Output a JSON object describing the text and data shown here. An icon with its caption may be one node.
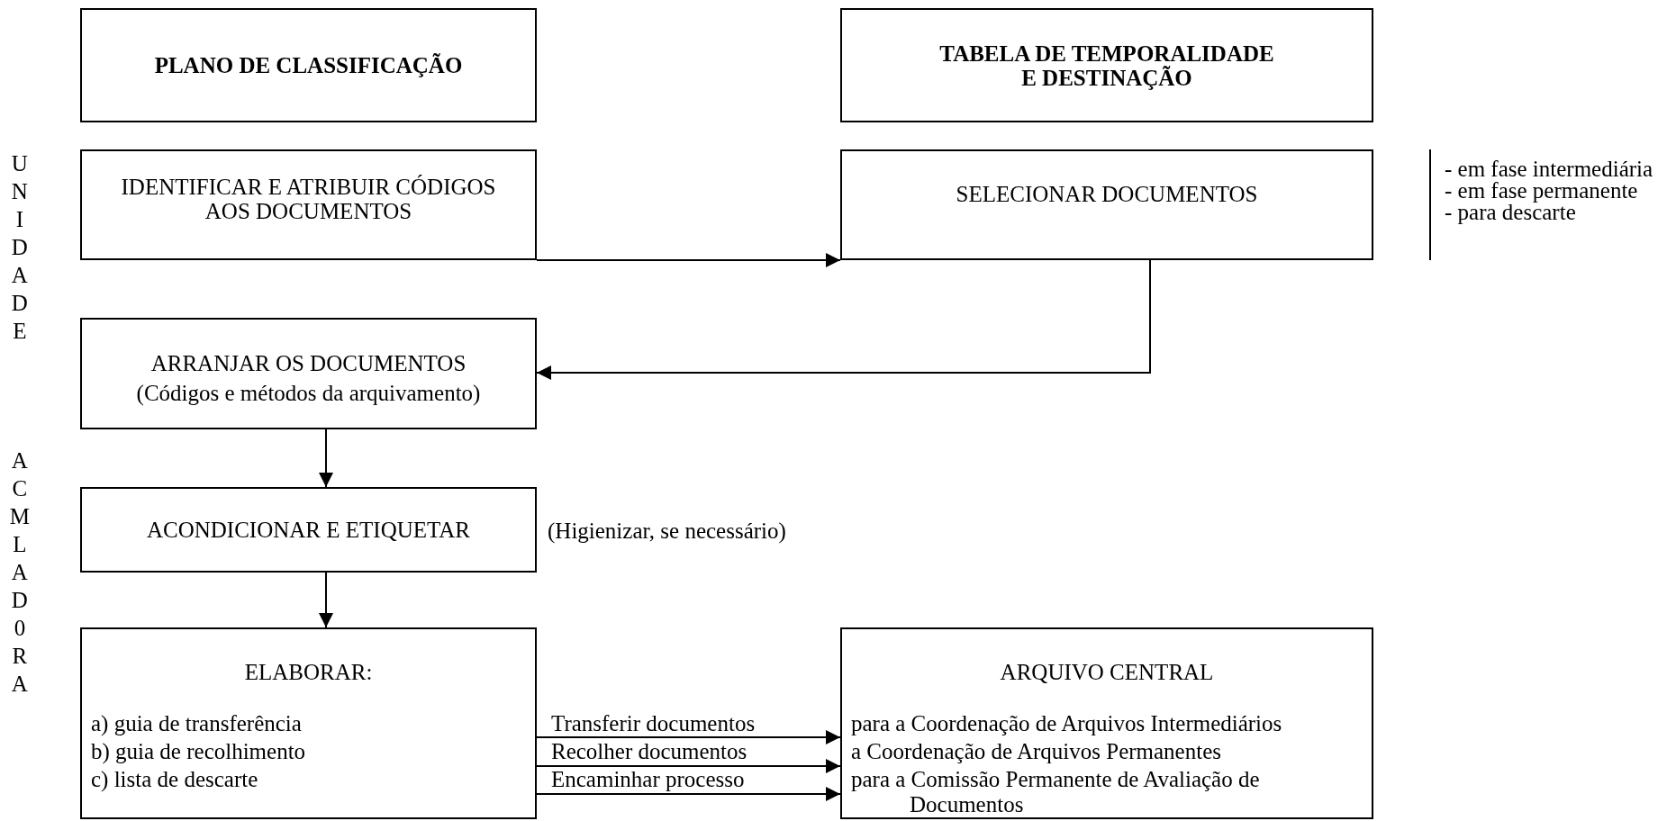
{
  "diagram": {
    "nodes": [
      {
        "text": [
          "PLANO DE CLASSIFICAÇÃO"
        ]
      },
      {
        "text": [
          "TABELA DE TEMPORALIDADE E DESTINAÇÃO"
        ]
      },
      {
        "text": [
          "IDENTIFICAR E ATRIBUIR CÓDIGOS AOS DOCUMENTOS"
        ]
      },
      {
        "text": [
          "SELECIONAR DOCUMENTOS"
        ],
        "beside": [
          "- em fase intermediária",
          "- em fase permanente",
          "- para descarte"
        ]
      },
      {
        "text": [
          "ARRANJAR OS DOCUMENTOS",
          "(Códigos e métodos da arquivamento)"
        ]
      },
      {
        "text": [
          "ACONDICIONAR E ETIQUETAR"
        ],
        "beside": [
          "(Higienizar, se necessário)"
        ]
      },
      {
        "text": [
          "ELABORAR:",
          "a) guia de transferência",
          "b) guia de recolhimento",
          "c) lista de descarte"
        ]
      },
      {
        "text": [
          "ARQUIVO CENTRAL",
          "para a Coordenação de Arquivos Intermediários",
          "a Coordenação de Arquivos Permanentes",
          "para a Comissão Permanente de Avaliação de Documentos"
        ]
      }
    ],
    "edges": [
      {
        "from": 2,
        "to": 3,
        "arrow": "to"
      },
      {
        "from": 3,
        "to": 4,
        "arrow": "to"
      },
      {
        "from": 4,
        "to": 5,
        "arrow": "to"
      },
      {
        "from": 5,
        "to": 6,
        "arrow": "to"
      },
      {
        "from": 6,
        "to": 7,
        "arrow": "to",
        "label": "Transferir documentos"
      },
      {
        "from": 6,
        "to": 7,
        "arrow": "to",
        "label": "Recolher documentos"
      },
      {
        "from": 6,
        "to": 7,
        "arrow": "to",
        "label": "Encaminhar processo"
      }
    ],
    "labels": [
      "UNIDADE",
      "ACMLAD0RA"
    ]
  }
}
